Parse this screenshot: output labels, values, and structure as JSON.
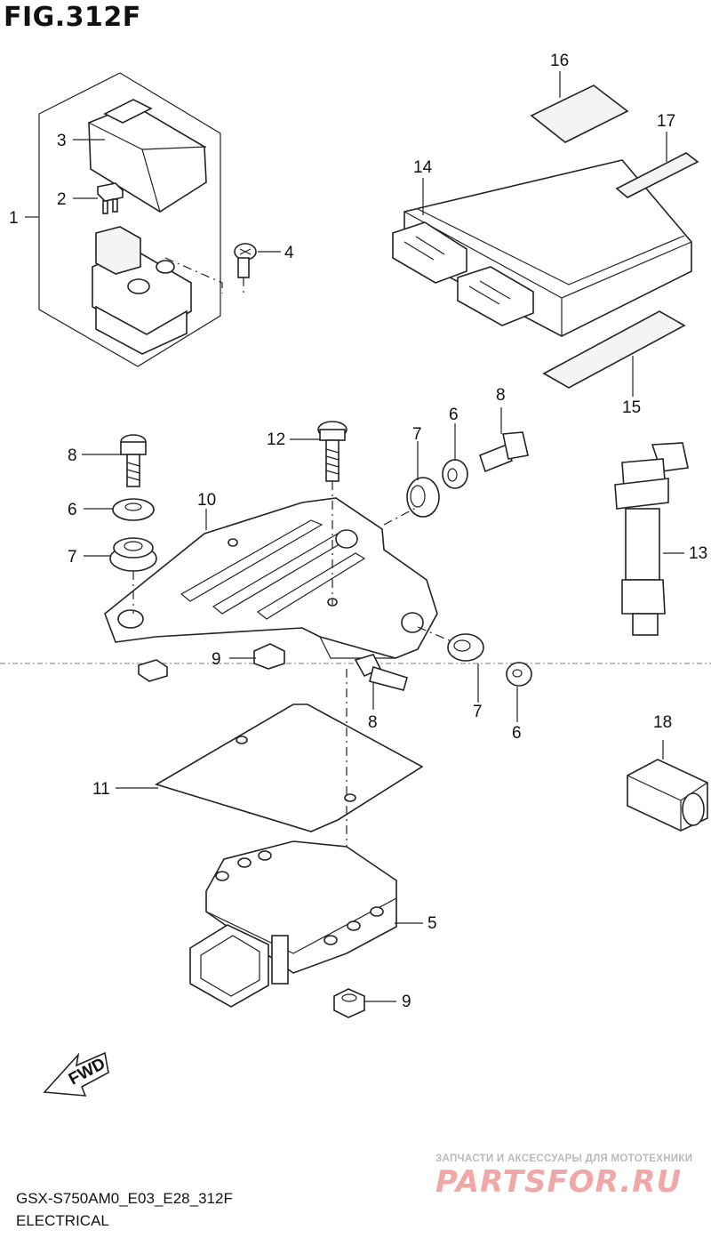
{
  "figure": {
    "title": "FIG.312F"
  },
  "callouts": {
    "c1": "1",
    "c2": "2",
    "c3": "3",
    "c4": "4",
    "c5": "5",
    "c6a": "6",
    "c6b": "6",
    "c6c": "6",
    "c7a": "7",
    "c7b": "7",
    "c7c": "7",
    "c8a": "8",
    "c8b": "8",
    "c8c": "8",
    "c9a": "9",
    "c9b": "9",
    "c10": "10",
    "c11": "11",
    "c12": "12",
    "c13": "13",
    "c14": "14",
    "c15": "15",
    "c16": "16",
    "c17": "17",
    "c18": "18"
  },
  "fwd_label": "FWD",
  "footer": {
    "code": "GSX-S750AM0_E03_E28_312F",
    "section": "ELECTRICAL"
  },
  "watermark": {
    "tagline": "ЗАПЧАСТИ И АКСЕССУАРЫ ДЛЯ МОТОТЕХНИКИ",
    "brand": "PARTSFOR.RU"
  }
}
